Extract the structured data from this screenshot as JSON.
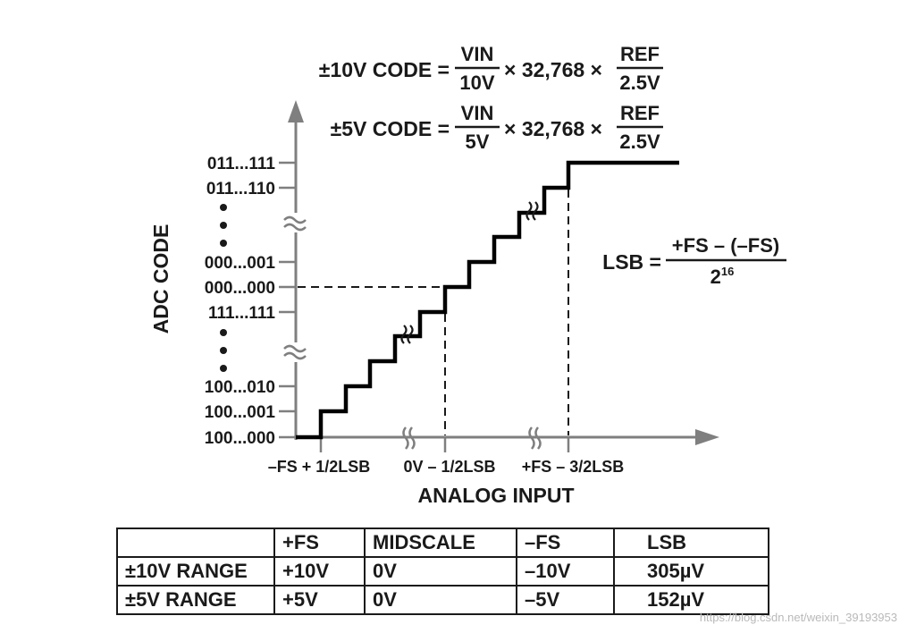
{
  "equations": {
    "code_10v": {
      "prefix": "±10V CODE =",
      "num1": "VIN",
      "den1": "10V",
      "mult1": "× 32,768 ×",
      "num2": "REF",
      "den2": "2.5V"
    },
    "code_5v": {
      "prefix": "±5V CODE =",
      "num1": "VIN",
      "den1": "5V",
      "mult1": "× 32,768 ×",
      "num2": "REF",
      "den2": "2.5V"
    },
    "lsb": {
      "prefix": "LSB =",
      "num": "+FS – (–FS)",
      "den_base": "2",
      "den_exp": "16"
    }
  },
  "y_axis": {
    "label": "ADC CODE",
    "ticks": [
      "011...111",
      "011...110",
      "000...001",
      "000...000",
      "111...111",
      "100...010",
      "100...001",
      "100...000"
    ]
  },
  "x_axis": {
    "label": "ANALOG INPUT",
    "ticks": [
      "–FS + 1/2LSB",
      "0V – 1/2LSB",
      "+FS – 3/2LSB"
    ]
  },
  "table": {
    "header": [
      "",
      "+FS",
      "MIDSCALE",
      "–FS",
      "LSB"
    ],
    "rows": [
      [
        "±10V RANGE",
        "+10V",
        "0V",
        "–10V",
        "305µV"
      ],
      [
        "±5V RANGE",
        "+5V",
        "0V",
        "–5V",
        "152µV"
      ]
    ]
  },
  "watermark": "https://blog.csdn.net/weixin_39193953"
}
